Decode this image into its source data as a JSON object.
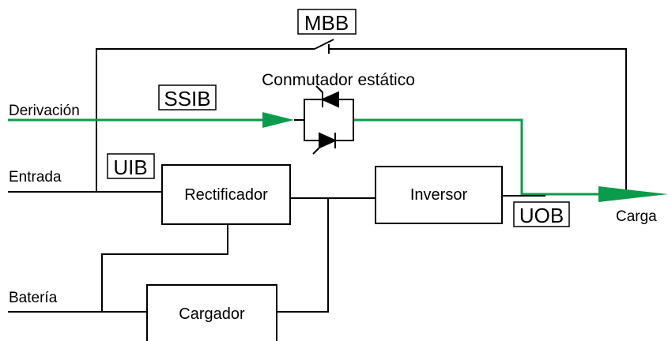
{
  "labels": {
    "mbb": "MBB",
    "ssib": "SSIB",
    "uib": "UIB",
    "uob": "UOB",
    "static_switch": "Conmutador estático",
    "bypass": "Derivación",
    "input": "Entrada",
    "battery": "Batería",
    "load": "Carga"
  },
  "blocks": {
    "rectifier": "Rectificador",
    "inverter": "Inversor",
    "charger": "Cargador"
  },
  "colors": {
    "line": "#000000",
    "bypass_path": "#0c9b4a"
  }
}
